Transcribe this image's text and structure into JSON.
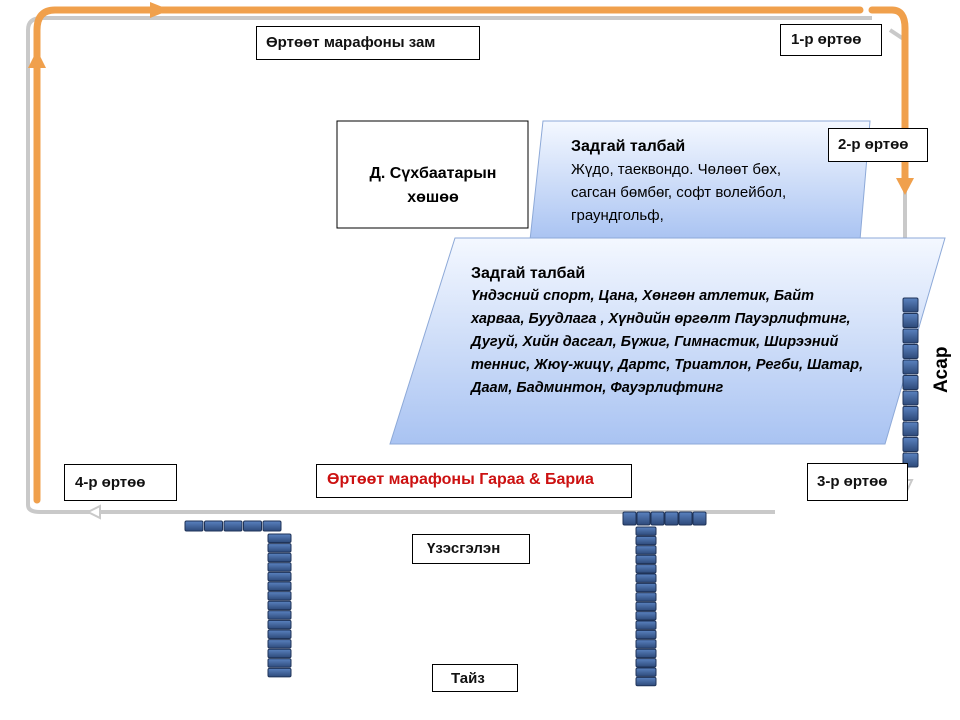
{
  "labels": {
    "road_top": "Өртөөт марафоны зам",
    "station1": "1-р өртөө",
    "station2": "2-р өртөө",
    "station3": "3-р өртөө",
    "station4": "4-р өртөө",
    "monument": "Д. Сүхбаатарын хөшөө",
    "start_finish": "Өртөөт марафоны Гараа & Бариа",
    "audience": "Үзэсгэлэн",
    "stage": "Тайз",
    "tent": "Асар"
  },
  "field_upper": {
    "title": "Задгай талбай",
    "body": "Жүдо, таеквондо. Чөлөөт бөх, сагсан бөмбөг, софт волейбол, граундгольф,"
  },
  "field_lower": {
    "title": "Задгай талбай",
    "body": "Үндэсний спорт, Цана, Хөнгөн атлетик, Байт харваа, Буудлага , Хүндийн өргөлт Пауэрлифтинг, Дугуй, Хийн дасгал, Бүжиг, Гимнастик, Ширээний теннис, Жюү-жицү, Дартс, Триатлон, Регби, Шатар, Даам, Бадминтон, Фауэрлифтинг"
  },
  "colors": {
    "route_orange": "#f0a04c",
    "road_gray": "#c8c8c8",
    "block_blue": "#3d5f96",
    "field_top": "#f4f8ff",
    "field_bottom": "#a9c3f2",
    "start_text": "#cc1111"
  }
}
